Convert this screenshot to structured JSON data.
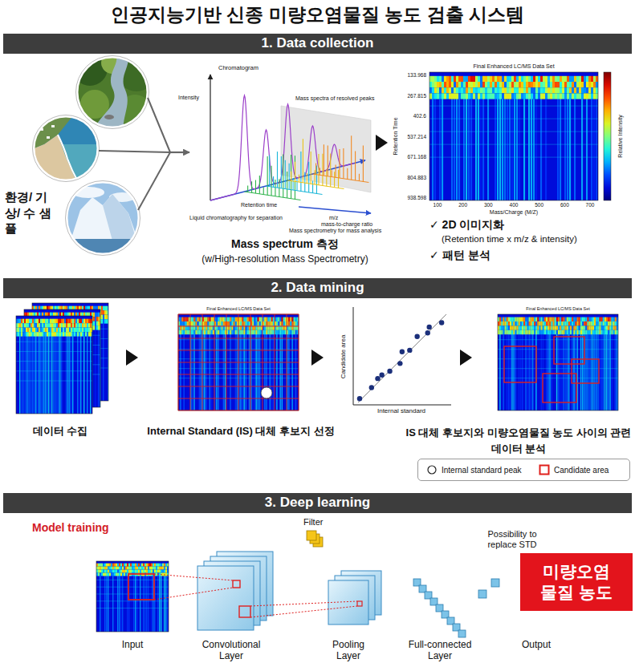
{
  "diagram": {
    "title": "인공지능기반 신종 미량오염물질 농도 검출 시스템",
    "nodes": [
      {
        "text": [
          "1. Data collection"
        ]
      },
      {
        "text": [
          "2. Data mining"
        ]
      },
      {
        "text": [
          "3. Deep learning"
        ]
      },
      {
        "text": [
          "미량오염물질 농도"
        ]
      }
    ],
    "labels": [
      "환경/ 기상/ 수 샘플",
      "Intensity",
      "Chromatogram",
      "Mass spectra of resolved peaks",
      "Retention time",
      "Liquid chromatography for separation",
      "m/z",
      "mass-to-charge ratio",
      "Mass spectrometry for mass analysis",
      "Mass spectrum 측정",
      "(w/High-resolution Mass Spectrometry)",
      "Final Enhanced LC/MS Data Set",
      "133.968",
      "267.815",
      "402.6",
      "537.214",
      "671.168",
      "804.883",
      "938.598",
      "100",
      "200",
      "300",
      "400",
      "500",
      "600",
      "700",
      "Mass/Charge (M/Z)",
      "Retention Time",
      "Relative Intensity",
      "✓ 2D 이미지화",
      "(Retention time x m/z & intensity)",
      "✓ 패턴 분석",
      "Final Enhanced LC/MS Data Set",
      "Candidate area",
      "Internal standard",
      "Final Enhanced LC/MS Data Set",
      "데이터 수집",
      "Internal Standard (IS) 대체 후보지 선정",
      "IS 대체 후보지와 미량오염물질 농도 사이의 관련 데이터 분석",
      "Model training",
      "Filter",
      "Possibility to replace STD",
      "Input",
      "Convolutional Layer",
      "Pooling Layer",
      "Full-connected Layer",
      "Output"
    ],
    "legend": [
      {
        "text": "Internal standard peak"
      },
      {
        "text": "Candidate area"
      }
    ]
  }
}
